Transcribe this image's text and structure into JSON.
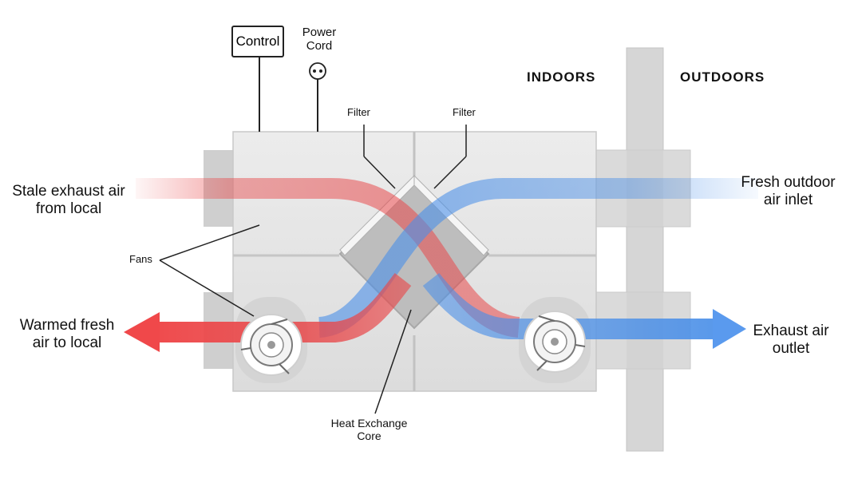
{
  "labels": {
    "control": "Control",
    "power_cord_line1": "Power",
    "power_cord_line2": "Cord",
    "indoors": "INDOORS",
    "outdoors": "OUTDOORS",
    "filter_left": "Filter",
    "filter_right": "Filter",
    "stale_line1": "Stale exhaust air",
    "stale_line2": "from local",
    "fresh_inlet_line1": "Fresh outdoor",
    "fresh_inlet_line2": "air inlet",
    "fans": "Fans",
    "warmed_line1": "Warmed fresh",
    "warmed_line2": "air to local",
    "exhaust_line1": "Exhaust air",
    "exhaust_line2": "outlet",
    "core_line1": "Heat Exchange",
    "core_line2": "Core"
  },
  "colors": {
    "warm_air": "#e8484a",
    "cool_air": "#4a8fe8",
    "housing": "#e3e3e3",
    "duct": "#d2d2d2"
  }
}
